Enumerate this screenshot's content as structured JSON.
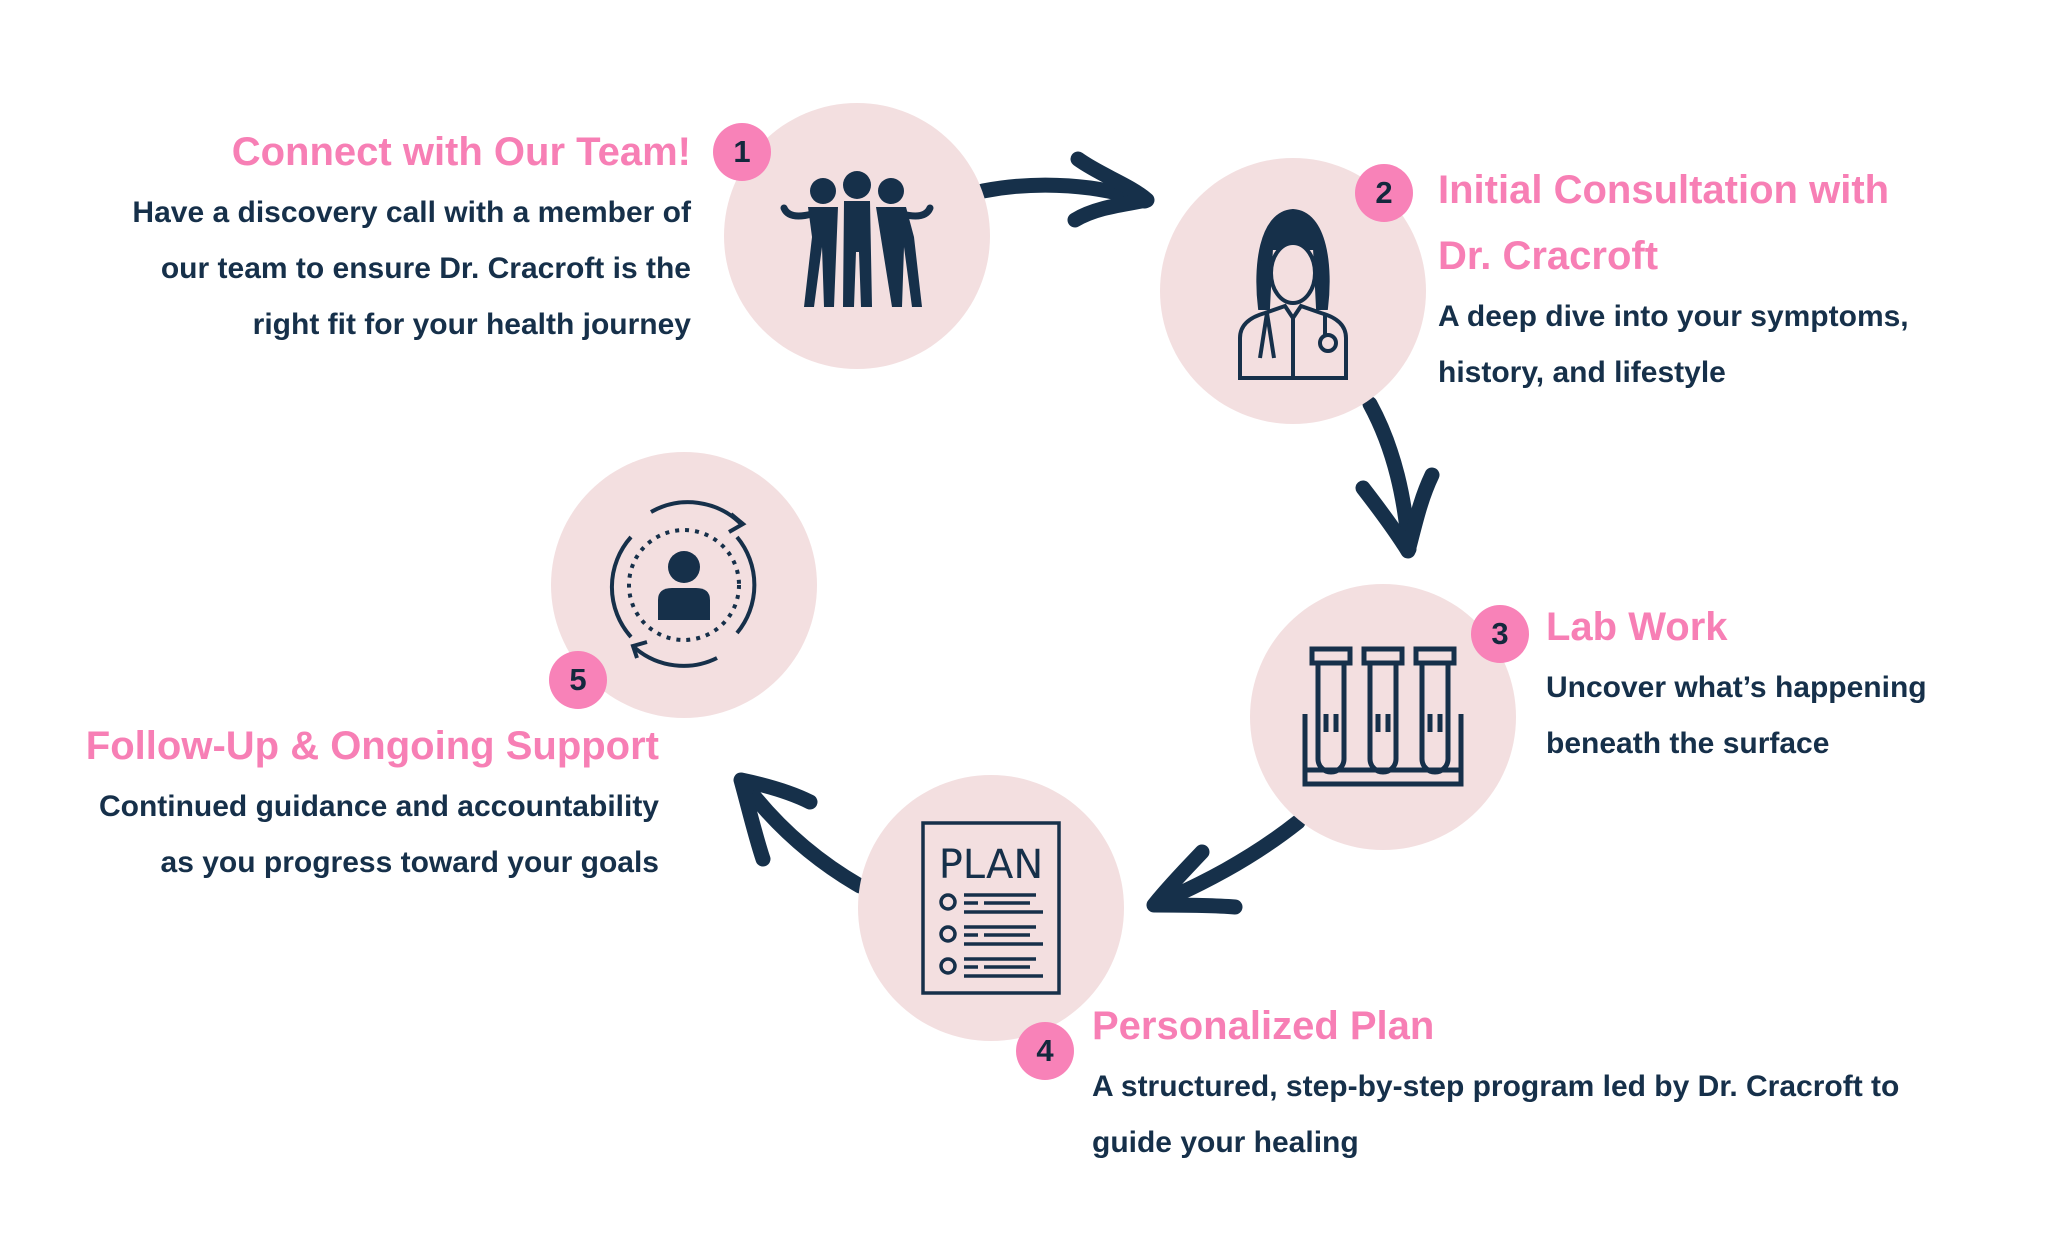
{
  "colors": {
    "accent": "#f77fb5",
    "badge": "#f882b8",
    "circle": "#f3dfe0",
    "ink": "#16304a"
  },
  "steps": [
    {
      "number": "1",
      "title": "Connect with Our Team!",
      "body": [
        "Have a discovery call with a member of",
        "our team to ensure Dr. Cracroft is the",
        "right fit for your health journey"
      ],
      "icon": "team-icon"
    },
    {
      "number": "2",
      "title_lines": [
        "Initial Consultation with",
        "Dr. Cracroft"
      ],
      "body": [
        "A deep dive into your symptoms,",
        "history, and lifestyle"
      ],
      "icon": "doctor-icon"
    },
    {
      "number": "3",
      "title": "Lab Work",
      "body": [
        "Uncover what’s happening",
        "beneath the surface"
      ],
      "icon": "test-tubes-icon"
    },
    {
      "number": "4",
      "title": "Personalized Plan",
      "body": [
        "A structured, step-by-step program led by Dr. Cracroft to",
        "guide your healing"
      ],
      "icon": "plan-document-icon",
      "icon_text": "PLAN"
    },
    {
      "number": "5",
      "title": "Follow-Up & Ongoing Support",
      "body": [
        "Continued guidance and accountability",
        "as you progress toward your goals"
      ],
      "icon": "person-cycle-icon"
    }
  ]
}
